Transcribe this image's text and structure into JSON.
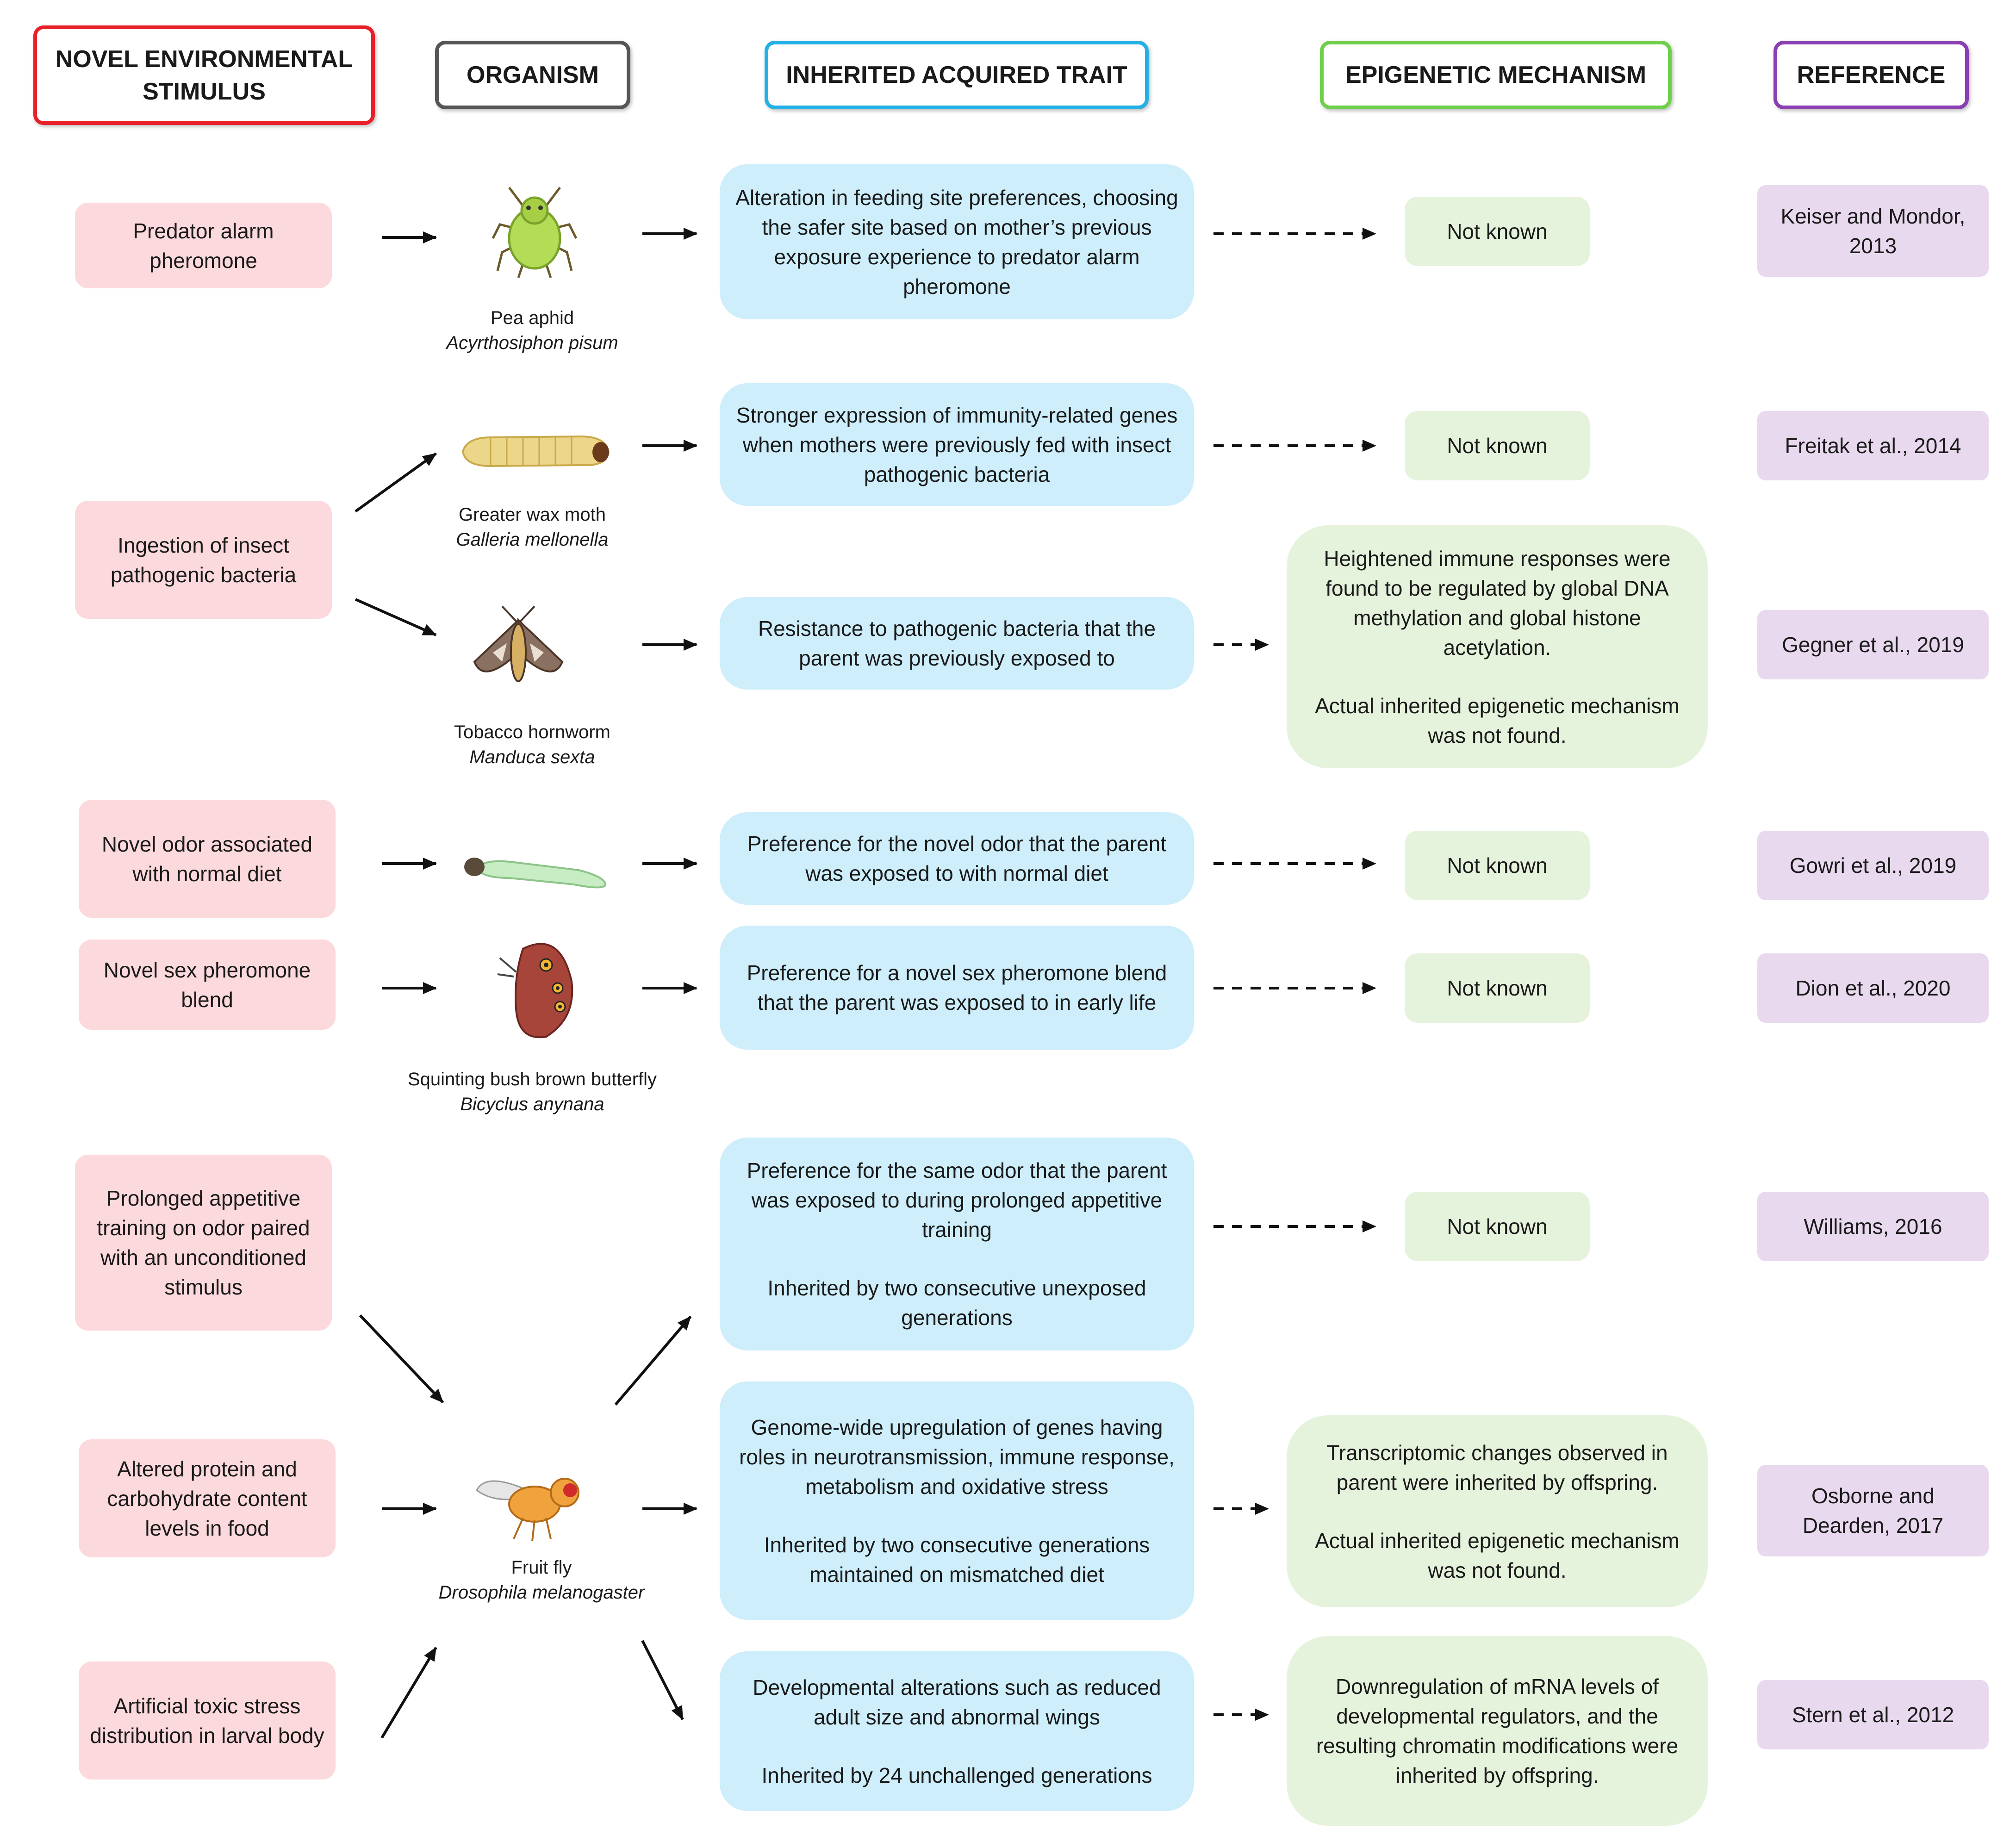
{
  "headers": {
    "stimulus": "NOVEL ENVIRONMENTAL STIMULUS",
    "organism": "ORGANISM",
    "trait": "INHERITED ACQUIRED TRAIT",
    "mechanism": "EPIGENETIC MECHANISM",
    "reference": "REFERENCE"
  },
  "colors": {
    "stimulus_border": "#e8202a",
    "organism_border": "#555555",
    "trait_border": "#22b0e6",
    "mechanism_border": "#6fcf4a",
    "reference_border": "#8a3fb2",
    "stimulus_fill": "#fcd9dc",
    "trait_fill": "#cdeefa",
    "mechanism_fill": "#e6f3dc",
    "reference_fill": "#e8d9ef"
  },
  "stimuli": [
    "Predator alarm pheromone",
    "Ingestion of insect pathogenic bacteria",
    "Novel odor associated with normal diet",
    "Novel sex pheromone blend",
    "Prolonged appetitive training on odor paired with an unconditioned stimulus",
    "Altered protein and carbohydrate content levels in food",
    "Artificial toxic stress distribution in larval body"
  ],
  "organisms": [
    {
      "common": "Pea aphid",
      "scientific": "Acyrthosiphon pisum",
      "icon": "aphid-icon"
    },
    {
      "common": "Greater wax moth",
      "scientific": "Galleria mellonella",
      "icon": "wax-moth-larva-icon"
    },
    {
      "common": "Tobacco hornworm",
      "scientific": "Manduca sexta",
      "icon": "hawk-moth-icon"
    },
    {
      "common": "",
      "scientific": "",
      "icon": "caterpillar-icon"
    },
    {
      "common": "Squinting bush brown butterfly",
      "scientific": "Bicyclus anynana",
      "icon": "butterfly-icon"
    },
    {
      "common": "Fruit fly",
      "scientific": "Drosophila melanogaster",
      "icon": "fruit-fly-icon"
    }
  ],
  "traits": [
    {
      "text": "Alteration in feeding site preferences, choosing the safer site based on mother’s previous exposure experience to predator alarm pheromone",
      "extra": ""
    },
    {
      "text": "Stronger expression of immunity-related genes when mothers were previously fed with insect pathogenic bacteria",
      "extra": ""
    },
    {
      "text": "Resistance to pathogenic bacteria that the parent was previously exposed to",
      "extra": ""
    },
    {
      "text": "Preference for the novel odor that the parent was exposed to with normal diet",
      "extra": ""
    },
    {
      "text": "Preference for a novel sex pheromone blend that the parent was exposed to in early life",
      "extra": ""
    },
    {
      "text": "Preference for the same odor that the parent was exposed to during prolonged appetitive training",
      "extra": "Inherited by two consecutive unexposed generations"
    },
    {
      "text": "Genome-wide upregulation of genes having roles in neurotransmission, immune response, metabolism and oxidative stress",
      "extra": "Inherited by two consecutive generations maintained on mismatched diet"
    },
    {
      "text": "Developmental alterations such as reduced adult size and abnormal wings",
      "extra": "Inherited by 24 unchallenged generations"
    }
  ],
  "mechanisms": [
    {
      "text": "Not known",
      "extra": ""
    },
    {
      "text": "Not known",
      "extra": ""
    },
    {
      "text": "Heightened immune responses were found to be regulated by global DNA methylation and global histone acetylation.",
      "extra": "Actual inherited epigenetic mechanism was not found."
    },
    {
      "text": "Not known",
      "extra": ""
    },
    {
      "text": "Not known",
      "extra": ""
    },
    {
      "text": "Not known",
      "extra": ""
    },
    {
      "text": "Transcriptomic changes observed in parent were inherited by offspring.",
      "extra": "Actual inherited epigenetic mechanism was not found."
    },
    {
      "text": "Downregulation of mRNA levels of developmental regulators, and the resulting chromatin modifications  were inherited by offspring.",
      "extra": ""
    }
  ],
  "references": [
    "Keiser and Mondor, 2013",
    "Freitak et al., 2014",
    "Gegner et al., 2019",
    "Gowri et al., 2019",
    "Dion et al., 2020",
    "Williams, 2016",
    "Osborne and Dearden, 2017",
    "Stern et al., 2012"
  ]
}
